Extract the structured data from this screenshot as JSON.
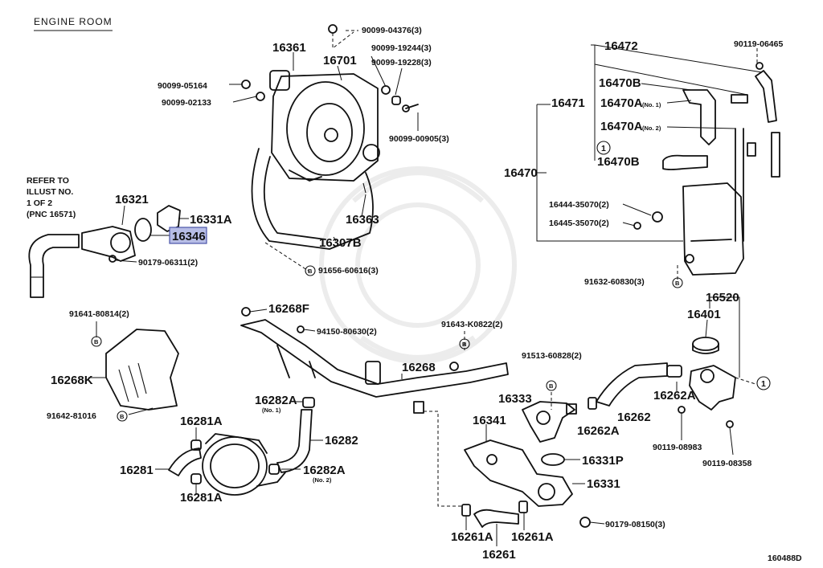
{
  "header": {
    "section": "ENGINE ROOM",
    "code": "160488D"
  },
  "refer_note": {
    "line1": "REFER TO",
    "line2": "ILLUST NO.",
    "line3": "1 OF 2",
    "line4": "(PNC 16571)"
  },
  "highlight_part": "16346",
  "callout_markers": {
    "B": "B",
    "circle_one": "1"
  },
  "labels": {
    "p16361": "16361",
    "p16701": "16701",
    "p16363": "16363",
    "p16307B": "16307B",
    "p90099_04376": "90099-04376(3)",
    "p90099_19244": "90099-19244(3)",
    "p90099_19228": "90099-19228(3)",
    "p90099_05164": "90099-05164",
    "p90099_02133": "90099-02133",
    "p90099_00905": "90099-00905(3)",
    "p91656_60616": "91656-60616(3)",
    "p16321": "16321",
    "p16331A": "16331A",
    "p16346": "16346",
    "p90179_06311": "90179-06311(2)",
    "p16472": "16472",
    "p90119_06465": "90119-06465",
    "p16470B_top": "16470B",
    "p16471": "16471",
    "p16470A_1": "16470A",
    "p16470A_1_note": "(No. 1)",
    "p16470A_2": "16470A",
    "p16470A_2_note": "(No. 2)",
    "p16470B_bot": "16470B",
    "p16470": "16470",
    "p16444": "16444-35070(2)",
    "p16445": "16445-35070(2)",
    "p91632": "91632-60830(3)",
    "p16520": "16520",
    "p16401": "16401",
    "p16262A_r": "16262A",
    "p16262": "16262",
    "p16262A_l": "16262A",
    "p90119_08983": "90119-08983",
    "p90119_08358": "90119-08358",
    "p91641": "91641-80814(2)",
    "p16268K": "16268K",
    "p91642": "91642-81016",
    "p16268F": "16268F",
    "p94150": "94150-80630(2)",
    "p91643": "91643-K0822(2)",
    "p16268": "16268",
    "p91513": "91513-60828(2)",
    "p16333": "16333",
    "p16282A_1": "16282A",
    "p16282A_1_note": "(No. 1)",
    "p16282": "16282",
    "p16282A_2": "16282A",
    "p16282A_2_note": "(No. 2)",
    "p16281A_top": "16281A",
    "p16281": "16281",
    "p16281A_bot": "16281A",
    "p16341": "16341",
    "p16331P": "16331P",
    "p16331": "16331",
    "p16261A_l": "16261A",
    "p16261A_r": "16261A",
    "p16261": "16261",
    "p90179_08150": "90179-08150(3)"
  },
  "colors": {
    "ink": "#111111",
    "highlight_fill": "#b7bde6",
    "watermark": "#ececec"
  }
}
